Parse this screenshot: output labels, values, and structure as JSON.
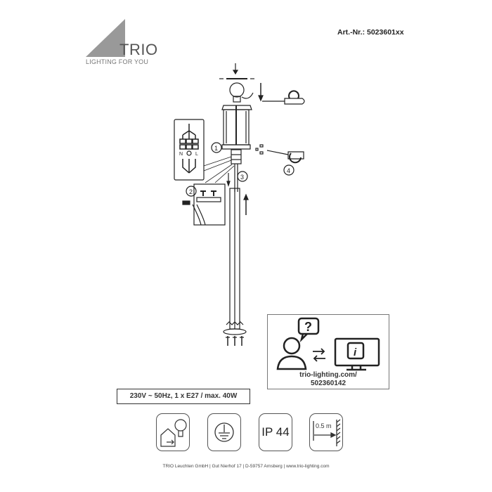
{
  "header": {
    "logo_name": "TRIO",
    "logo_tagline": "LIGHTING FOR YOU",
    "article_number": "Art.-Nr.: 5023601xx"
  },
  "diagram": {
    "steps": [
      "1",
      "2",
      "3",
      "4"
    ],
    "terminal_labels": [
      "N",
      "L"
    ]
  },
  "info_box": {
    "url_line1": "trio-lighting.com/",
    "url_line2": "502360142"
  },
  "spec": "230V ~ 50Hz, 1 x E27 / max. 40W",
  "symbols": {
    "ip_rating": "IP 44",
    "distance": "0.5 m",
    "icons": [
      "indoor-outdoor-bulb-icon",
      "protective-earth-icon",
      "ip44-icon",
      "min-distance-icon"
    ]
  },
  "footer": "TRIO Leuchten GmbH  |  Gut Nierhof 17  |  D-59757 Arnsberg  |  www.trio-lighting.com"
}
